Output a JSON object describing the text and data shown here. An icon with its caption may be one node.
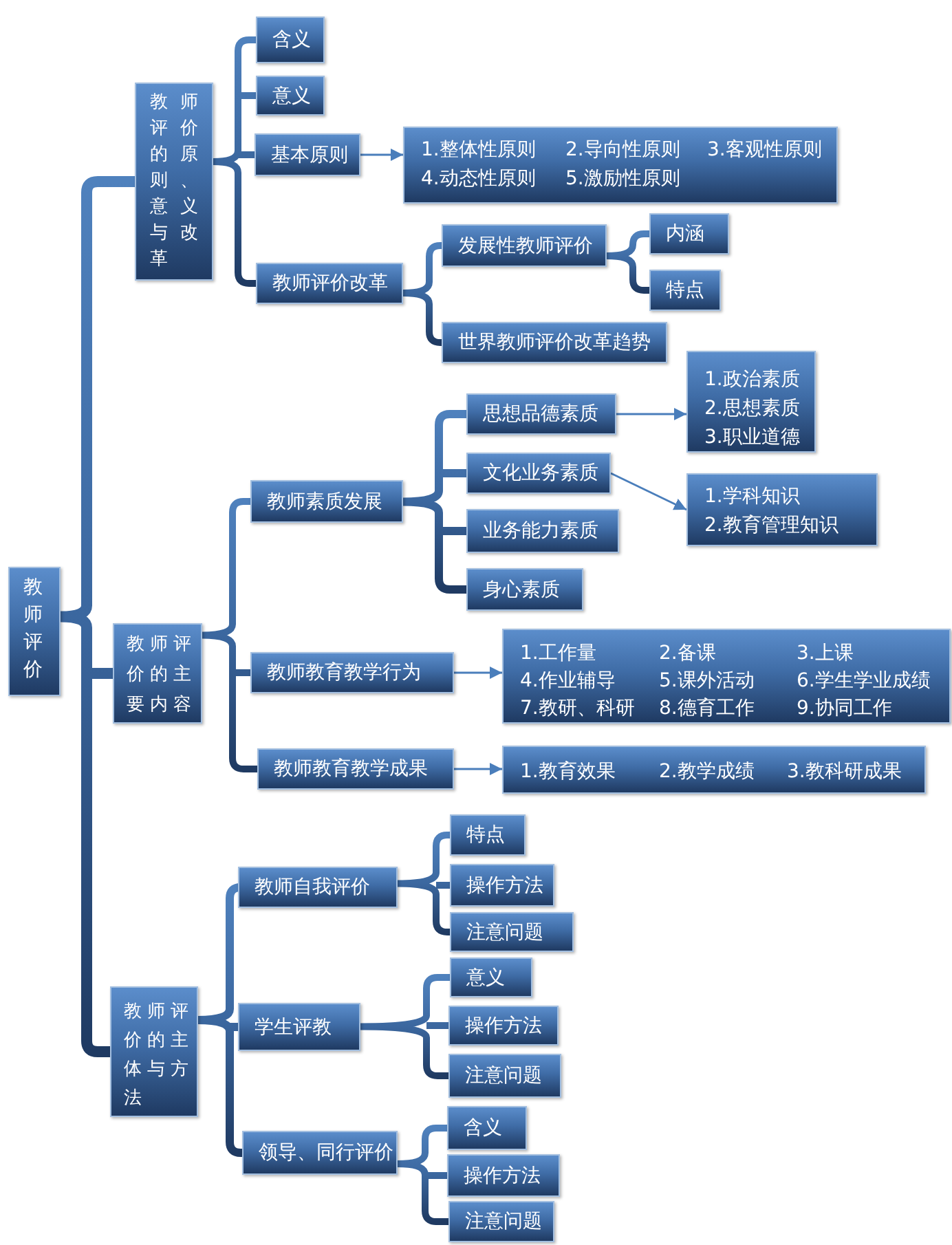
{
  "diagram": {
    "nodes": [
      {
        "text": [
          "教师评价"
        ]
      },
      {
        "text": [
          "教师评价的原则、意义与改革"
        ]
      },
      {
        "text": [
          "含义"
        ]
      },
      {
        "text": [
          "意义"
        ]
      },
      {
        "text": [
          "基本原则"
        ]
      },
      {
        "text": [
          "1.整体性原则",
          "2.导向性原则",
          "3.客观性原则",
          "4.动态性原则",
          "5.激励性原则"
        ]
      },
      {
        "text": [
          "教师评价改革"
        ]
      },
      {
        "text": [
          "发展性教师评价"
        ]
      },
      {
        "text": [
          "内涵"
        ]
      },
      {
        "text": [
          "特点"
        ]
      },
      {
        "text": [
          "世界教师评价改革趋势"
        ]
      },
      {
        "text": [
          "教师评价的主要内容"
        ]
      },
      {
        "text": [
          "教师素质发展"
        ]
      },
      {
        "text": [
          "思想品德素质"
        ]
      },
      {
        "text": [
          "1.政治素质",
          "2.思想素质",
          "3.职业道德"
        ]
      },
      {
        "text": [
          "文化业务素质"
        ]
      },
      {
        "text": [
          "1.学科知识",
          "2.教育管理知识"
        ]
      },
      {
        "text": [
          "业务能力素质"
        ]
      },
      {
        "text": [
          "身心素质"
        ]
      },
      {
        "text": [
          "教师教育教学行为"
        ]
      },
      {
        "text": [
          "1.工作量",
          "2.备课",
          "3.上课",
          "4.作业辅导",
          "5.课外活动",
          "6.学生学业成绩",
          "7.教研、科研",
          "8.德育工作",
          "9.协同工作"
        ]
      },
      {
        "text": [
          "教师教育教学成果"
        ]
      },
      {
        "text": [
          "1.教育效果",
          "2.教学成绩",
          "3.教科研成果"
        ]
      },
      {
        "text": [
          "教师评价的主体与方法"
        ]
      },
      {
        "text": [
          "教师自我评价"
        ]
      },
      {
        "text": [
          "特点"
        ]
      },
      {
        "text": [
          "操作方法"
        ]
      },
      {
        "text": [
          "注意问题"
        ]
      },
      {
        "text": [
          "学生评教"
        ]
      },
      {
        "text": [
          "意义"
        ]
      },
      {
        "text": [
          "操作方法"
        ]
      },
      {
        "text": [
          "注意问题"
        ]
      },
      {
        "text": [
          "领导、同行评价"
        ]
      },
      {
        "text": [
          "含义"
        ]
      },
      {
        "text": [
          "操作方法"
        ]
      },
      {
        "text": [
          "注意问题"
        ]
      }
    ],
    "edges": [
      {
        "from": 0,
        "to": 1,
        "arrow": "none"
      },
      {
        "from": 0,
        "to": 11,
        "arrow": "none"
      },
      {
        "from": 0,
        "to": 23,
        "arrow": "none"
      },
      {
        "from": 1,
        "to": 2,
        "arrow": "none"
      },
      {
        "from": 1,
        "to": 3,
        "arrow": "none"
      },
      {
        "from": 1,
        "to": 4,
        "arrow": "none"
      },
      {
        "from": 1,
        "to": 6,
        "arrow": "none"
      },
      {
        "from": 4,
        "to": 5,
        "arrow": "to"
      },
      {
        "from": 6,
        "to": 7,
        "arrow": "none"
      },
      {
        "from": 6,
        "to": 10,
        "arrow": "none"
      },
      {
        "from": 7,
        "to": 8,
        "arrow": "none"
      },
      {
        "from": 7,
        "to": 9,
        "arrow": "none"
      },
      {
        "from": 11,
        "to": 12,
        "arrow": "none"
      },
      {
        "from": 11,
        "to": 19,
        "arrow": "none"
      },
      {
        "from": 11,
        "to": 21,
        "arrow": "none"
      },
      {
        "from": 12,
        "to": 13,
        "arrow": "none"
      },
      {
        "from": 12,
        "to": 15,
        "arrow": "none"
      },
      {
        "from": 12,
        "to": 17,
        "arrow": "none"
      },
      {
        "from": 12,
        "to": 18,
        "arrow": "none"
      },
      {
        "from": 13,
        "to": 14,
        "arrow": "to"
      },
      {
        "from": 15,
        "to": 16,
        "arrow": "to"
      },
      {
        "from": 19,
        "to": 20,
        "arrow": "to"
      },
      {
        "from": 21,
        "to": 22,
        "arrow": "to"
      },
      {
        "from": 23,
        "to": 24,
        "arrow": "none"
      },
      {
        "from": 23,
        "to": 28,
        "arrow": "none"
      },
      {
        "from": 23,
        "to": 32,
        "arrow": "none"
      },
      {
        "from": 24,
        "to": 25,
        "arrow": "none"
      },
      {
        "from": 24,
        "to": 26,
        "arrow": "none"
      },
      {
        "from": 24,
        "to": 27,
        "arrow": "none"
      },
      {
        "from": 28,
        "to": 29,
        "arrow": "none"
      },
      {
        "from": 28,
        "to": 30,
        "arrow": "none"
      },
      {
        "from": 28,
        "to": 31,
        "arrow": "none"
      },
      {
        "from": 32,
        "to": 33,
        "arrow": "none"
      },
      {
        "from": 32,
        "to": 34,
        "arrow": "none"
      },
      {
        "from": 32,
        "to": 35,
        "arrow": "none"
      }
    ]
  }
}
